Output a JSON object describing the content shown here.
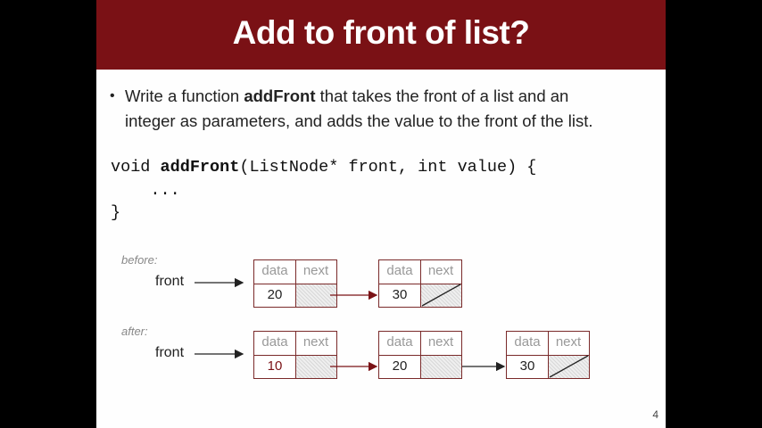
{
  "slide": {
    "title": "Add to front of list?",
    "bullet": {
      "prefix": "Write a function ",
      "bold": "addFront",
      "suffix_line1": " that takes the front of a list and an",
      "line2": "integer as parameters, and adds the value to the front of the list."
    },
    "code": {
      "line1_pre": "void ",
      "line1_bold": "addFront",
      "line1_post": "(ListNode* front, int value) {",
      "line2": "    ...",
      "line3": "}"
    },
    "before": {
      "label": "before:",
      "front_label": "front",
      "nodes": [
        {
          "data_header": "data",
          "next_header": "next",
          "value": "20"
        },
        {
          "data_header": "data",
          "next_header": "next",
          "value": "30"
        }
      ]
    },
    "after": {
      "label": "after:",
      "front_label": "front",
      "nodes": [
        {
          "data_header": "data",
          "next_header": "next",
          "value": "10"
        },
        {
          "data_header": "data",
          "next_header": "next",
          "value": "20"
        },
        {
          "data_header": "data",
          "next_header": "next",
          "value": "30"
        }
      ]
    },
    "page_number": "4"
  },
  "colors": {
    "title_bar": "#7a1115",
    "new_value": "#7a1115",
    "node_border": "#7a2a2a"
  }
}
